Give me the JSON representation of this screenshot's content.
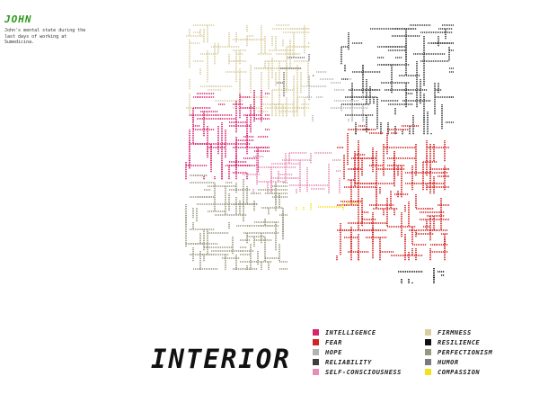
{
  "person": {
    "name": "JOHN",
    "description": "John's mental state during the last days of working at Sumedicina."
  },
  "title": "INTERIOR",
  "legend": [
    {
      "label": "INTELLIGENCE",
      "color": "#d6246e"
    },
    {
      "label": "FEAR",
      "color": "#d42222"
    },
    {
      "label": "HOPE",
      "color": "#b3b3b3"
    },
    {
      "label": "RELIABILITY",
      "color": "#3f3f3f"
    },
    {
      "label": "SELF-CONSCIOUSNESS",
      "color": "#e78db4"
    },
    {
      "label": "FIRMNESS",
      "color": "#d8cd9f"
    },
    {
      "label": "RESILIENCE",
      "color": "#111111"
    },
    {
      "label": "PERFECTIONISM",
      "color": "#9b977f"
    },
    {
      "label": "HUMOR",
      "color": "#7a7a7a"
    },
    {
      "label": "COMPASSION",
      "color": "#f5e11b"
    }
  ]
}
